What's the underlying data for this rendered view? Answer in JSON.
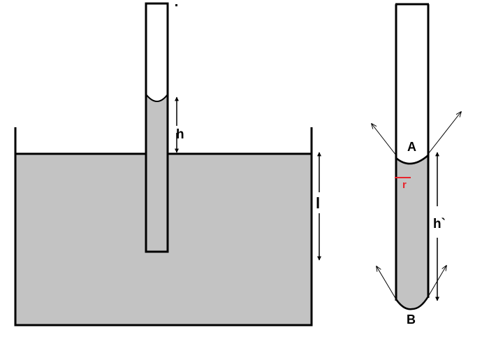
{
  "labels": {
    "h": "h",
    "l": "l",
    "A": "A",
    "B": "B",
    "r": "r",
    "h_prime": "h`"
  },
  "colors": {
    "liquid": "#c3c3c3",
    "stroke": "#000000",
    "radius_marker": "#e8242c"
  }
}
